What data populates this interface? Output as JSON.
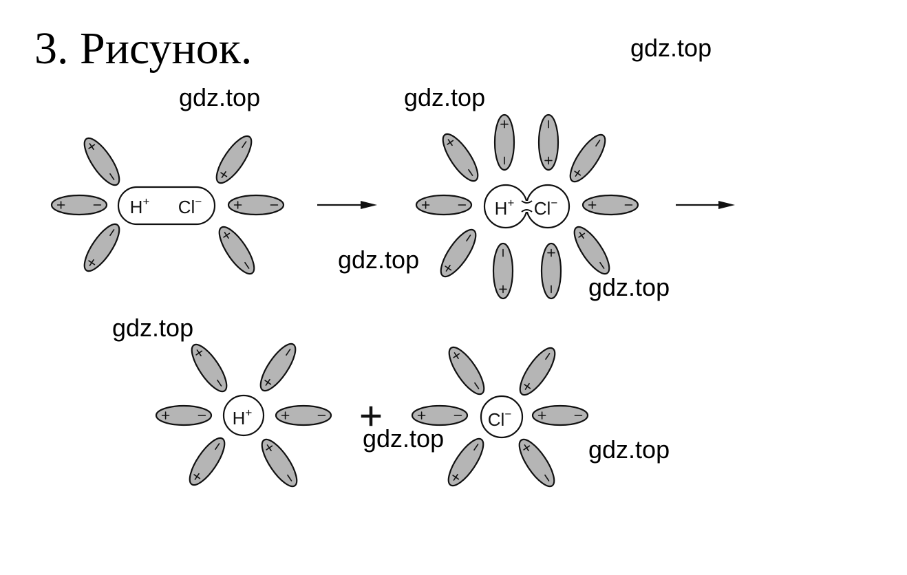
{
  "title": "3. Рисунок.",
  "watermark": "gdz.top",
  "ions": {
    "h_plus": {
      "element": "H",
      "charge": "+"
    },
    "cl_minus": {
      "element": "Cl",
      "charge": "−"
    }
  },
  "colors": {
    "dipole_fill": "#b5b5b5",
    "outline": "#111111",
    "background": "#ffffff"
  },
  "stages": [
    {
      "id": "stage-1",
      "description_ions": [
        "H+",
        "Cl−"
      ],
      "dipole_count": 6
    },
    {
      "id": "stage-2",
      "description_ions": [
        "H+",
        "Cl−"
      ],
      "dipole_count": 10
    },
    {
      "id": "stage-3a",
      "description_ions": [
        "H+"
      ],
      "dipole_count": 6
    },
    {
      "id": "stage-3b",
      "description_ions": [
        "Cl−"
      ],
      "dipole_count": 6
    }
  ],
  "operators": {
    "plus": "+"
  }
}
